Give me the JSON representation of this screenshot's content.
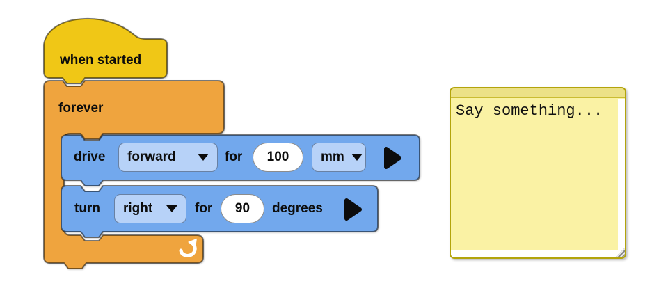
{
  "workspace": {
    "hat_block": {
      "label": "when started",
      "color": "#f0c716"
    },
    "forever_block": {
      "label": "forever",
      "color": "#efa43e",
      "loop_icon": "curved-arrow-up"
    },
    "drive_block": {
      "color": "#72a8ed",
      "label_drive": "drive",
      "direction_value": "forward",
      "label_for": "for",
      "distance_value": "100",
      "unit_value": "mm",
      "expand_icon": "triangle-right"
    },
    "turn_block": {
      "color": "#72a8ed",
      "label_turn": "turn",
      "direction_value": "right",
      "label_for": "for",
      "angle_value": "90",
      "label_degrees": "degrees",
      "expand_icon": "triangle-right"
    },
    "field_colors": {
      "dropdown_bg": "#b7d2f8",
      "value_bg": "#ffffff"
    },
    "icons": {
      "dropdown_chevron": "triangle-down"
    }
  },
  "note": {
    "text": "Say something...",
    "bg_color": "#faf2a4",
    "header_color": "#ece187",
    "border_color": "#b3a40c",
    "resize_icon": "diagonal-grip"
  }
}
